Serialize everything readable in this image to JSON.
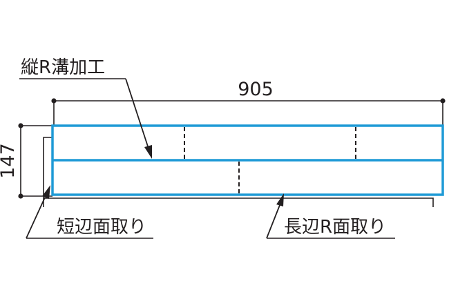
{
  "colors": {
    "ink": "#231f20",
    "board": "#1e9ad6",
    "background": "#ffffff"
  },
  "dimensions": {
    "length": "905",
    "width": "147"
  },
  "callouts": {
    "vertical_groove": "縦R溝加工",
    "short_edge_chamfer": "短辺面取り",
    "long_edge_r_chamfer": "長辺R面取り"
  }
}
